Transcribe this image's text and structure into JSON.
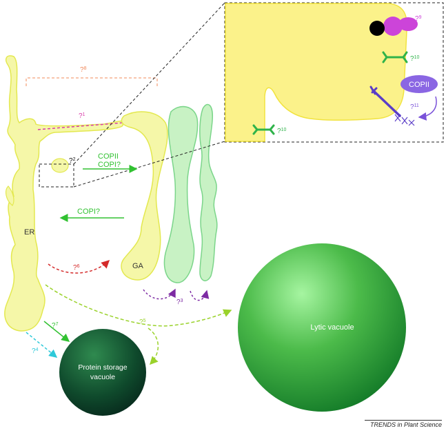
{
  "labels": {
    "er": "ER",
    "ga": "GA",
    "lytic_vacuole": "Lytic vacuole",
    "protein_storage_vacuole_line1": "Protein storage",
    "protein_storage_vacuole_line2": "vacuole",
    "copii_copi_line1": "COPII",
    "copi_q_line2": "COPI?",
    "copi_q_return": "COPI?",
    "copii_inset": "COPII"
  },
  "questions": {
    "q1": "1",
    "q2": "2",
    "q3": "3",
    "q4": "4",
    "q5": "5",
    "q6": "6",
    "q7": "7",
    "q8": "8",
    "q9": "9",
    "q10_inset": "10",
    "q10_lower": "10",
    "q11": "11",
    "mark": "?"
  },
  "footer": "TRENDS in Plant Science",
  "colors": {
    "er_fill": "#f5f7a8",
    "er_stroke": "#e3e84f",
    "inset_fill": "#fbf28a",
    "golgi_fill": "#c8f2c4",
    "golgi_stroke": "#7bd58a",
    "lytic_green": "#2e9a3a",
    "storage_dark": "#0e3f26",
    "arrow_green": "#31c131",
    "arrow_red": "#d42a2a",
    "arrow_purple": "#7d2aa3",
    "arrow_cyan": "#2ec9d9",
    "arrow_lime": "#9ad22b",
    "arrow_salmon": "#f0885a",
    "magenta": "#cc44d9",
    "copii_purple": "#7a52d9"
  }
}
